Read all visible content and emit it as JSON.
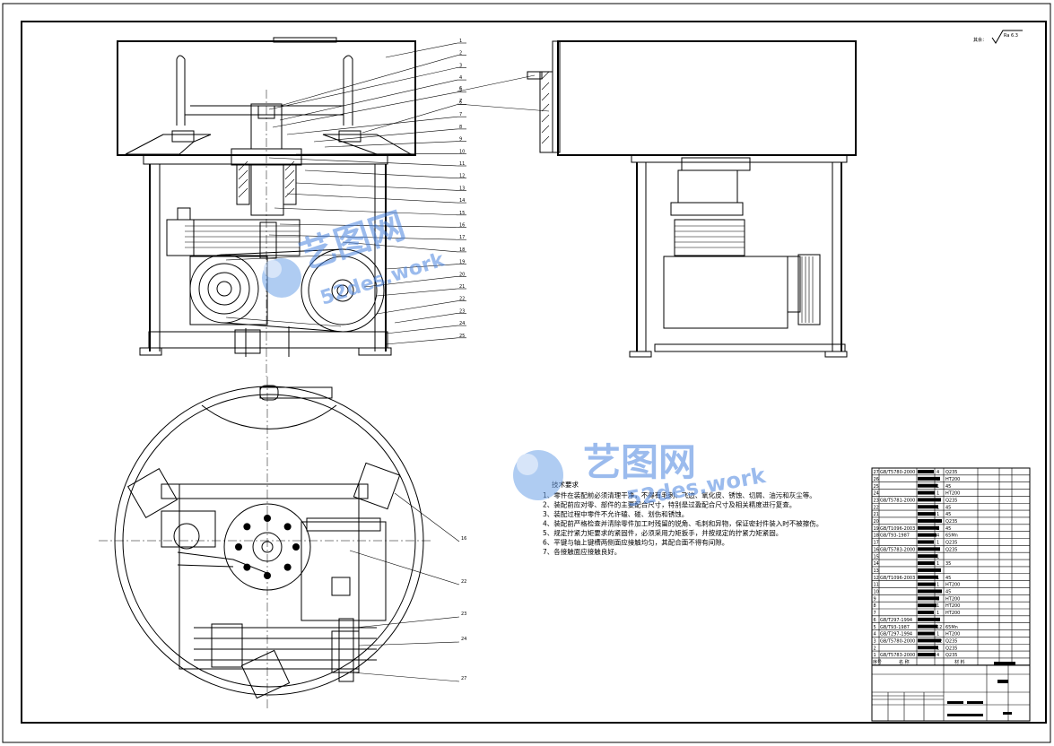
{
  "roughness": {
    "label": "其余：",
    "value": "Ra 6.3"
  },
  "watermark": {
    "cn": "艺图网",
    "url": "52des.work"
  },
  "tech": {
    "title": "技术要求",
    "lines": [
      "1、零件在装配前必须清理干净，不得有毛刺、飞边、氧化皮、锈蚀、切屑、油污和灰尘等。",
      "2、装配前应对零、部件的主要配合尺寸，特别是过盈配合尺寸及相关精度进行复查。",
      "3、装配过程中零件不允许磕、碰、划伤和锈蚀。",
      "4、装配前严格检查并清除零件加工时残留的锐角、毛刺和异物，保证密封件装入时不被擦伤。",
      "5、规定拧紧力矩要求的紧固件，必须采用力矩扳手，并按规定的拧紧力矩紧固。",
      "6、平键与轴上键槽两侧面应接触均匀，其配合面不得有间隙。",
      "7、各接触面应接触良好。"
    ]
  },
  "balloons_front": [
    "1",
    "2",
    "3",
    "4",
    "5",
    "6",
    "7",
    "8",
    "9",
    "10",
    "11",
    "12",
    "13",
    "14",
    "15",
    "16",
    "17",
    "18",
    "19",
    "20",
    "21",
    "22",
    "23",
    "24",
    "25"
  ],
  "balloons_side": [
    "6",
    "7"
  ],
  "balloons_plan": [
    "16",
    "22",
    "23",
    "24",
    "27"
  ],
  "bom": [
    {
      "no": "27",
      "code": "GB/T5780-2000",
      "qty": "4",
      "mat": "Q235"
    },
    {
      "no": "26",
      "code": "",
      "qty": "1",
      "mat": "HT200"
    },
    {
      "no": "25",
      "code": "",
      "qty": "1",
      "mat": "45"
    },
    {
      "no": "24",
      "code": "",
      "qty": "1",
      "mat": "HT200"
    },
    {
      "no": "23",
      "code": "GB/T5781-2000",
      "qty": "4",
      "mat": "Q235"
    },
    {
      "no": "22",
      "code": "",
      "qty": "1",
      "mat": "45"
    },
    {
      "no": "21",
      "code": "",
      "qty": "1",
      "mat": "45"
    },
    {
      "no": "20",
      "code": "",
      "qty": "1",
      "mat": "Q235"
    },
    {
      "no": "19",
      "code": "GB/T1096-2003",
      "qty": "2",
      "mat": "45"
    },
    {
      "no": "18",
      "code": "GB/T93-1987",
      "qty": "4",
      "mat": "65Mn"
    },
    {
      "no": "17",
      "code": "",
      "qty": "1",
      "mat": "Q235"
    },
    {
      "no": "16",
      "code": "GB/T5783-2000",
      "qty": "4",
      "mat": "Q235"
    },
    {
      "no": "15",
      "code": "",
      "qty": "1",
      "mat": ""
    },
    {
      "no": "14",
      "code": "",
      "qty": "1",
      "mat": "35"
    },
    {
      "no": "13",
      "code": "",
      "qty": "",
      "mat": ""
    },
    {
      "no": "12",
      "code": "GB/T1096-2003",
      "qty": "1",
      "mat": "45"
    },
    {
      "no": "11",
      "code": "",
      "qty": "1",
      "mat": "HT200"
    },
    {
      "no": "10",
      "code": "",
      "qty": "1",
      "mat": "45"
    },
    {
      "no": "9",
      "code": "",
      "qty": "1",
      "mat": "HT200"
    },
    {
      "no": "8",
      "code": "",
      "qty": "1",
      "mat": "HT200"
    },
    {
      "no": "7",
      "code": "",
      "qty": "1",
      "mat": "HT200"
    },
    {
      "no": "6",
      "code": "GB/T297-1994",
      "qty": "2",
      "mat": ""
    },
    {
      "no": "5",
      "code": "GB/T93-1987",
      "qty": "12",
      "mat": "65Mn"
    },
    {
      "no": "4",
      "code": "GB/T297-1994",
      "qty": "1",
      "mat": "HT200"
    },
    {
      "no": "3",
      "code": "GB/T5780-2000",
      "qty": "12",
      "mat": "Q235"
    },
    {
      "no": "2",
      "code": "",
      "qty": "1",
      "mat": "Q235"
    },
    {
      "no": "1",
      "code": "GB/T5783-2000",
      "qty": "4",
      "mat": "Q235"
    }
  ],
  "bom_header": {
    "no": "序号",
    "name": "名 称",
    "mat": "材 料"
  }
}
